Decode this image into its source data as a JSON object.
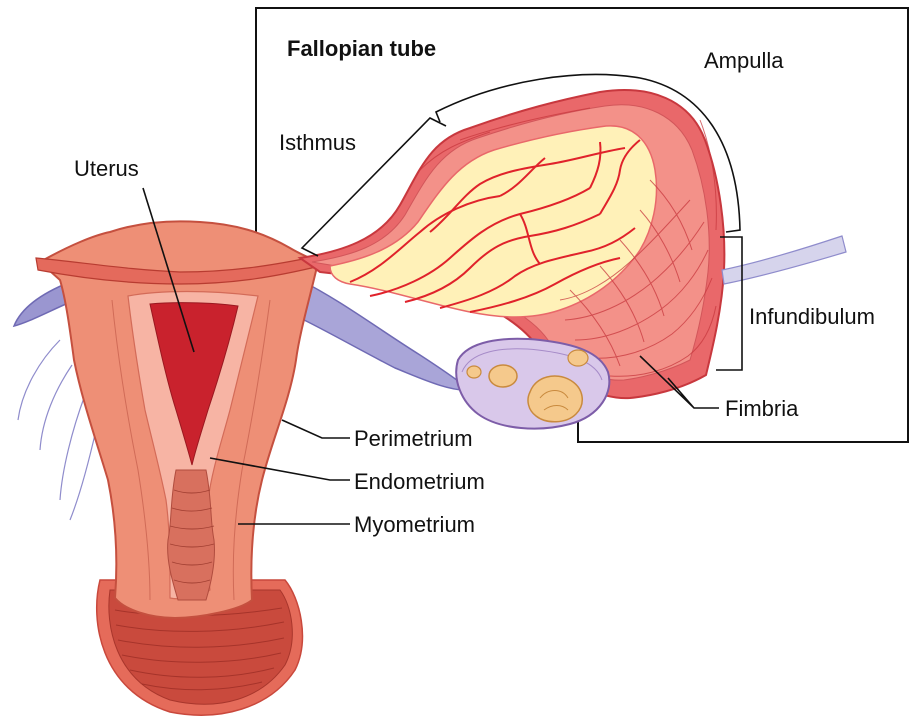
{
  "labels": {
    "fallopian_tube": "Fallopian tube",
    "ampulla": "Ampulla",
    "isthmus": "Isthmus",
    "uterus": "Uterus",
    "infundibulum": "Infundibulum",
    "fimbria": "Fimbria",
    "perimetrium": "Perimetrium",
    "endometrium": "Endometrium",
    "myometrium": "Myometrium"
  },
  "colors": {
    "uterus_outer": "#ee8f76",
    "uterus_body": "#f19a82",
    "endometrium": "#f7b4a4",
    "cavity": "#c9222d",
    "tube_wall": "#e9686a",
    "tube_inner": "#fff1b8",
    "vessel": "#e0222b",
    "ovary": "#d9c8ea",
    "ovary_edge": "#7d5da8",
    "follicle": "#f5c98c",
    "ligament": "#9a96d0"
  }
}
